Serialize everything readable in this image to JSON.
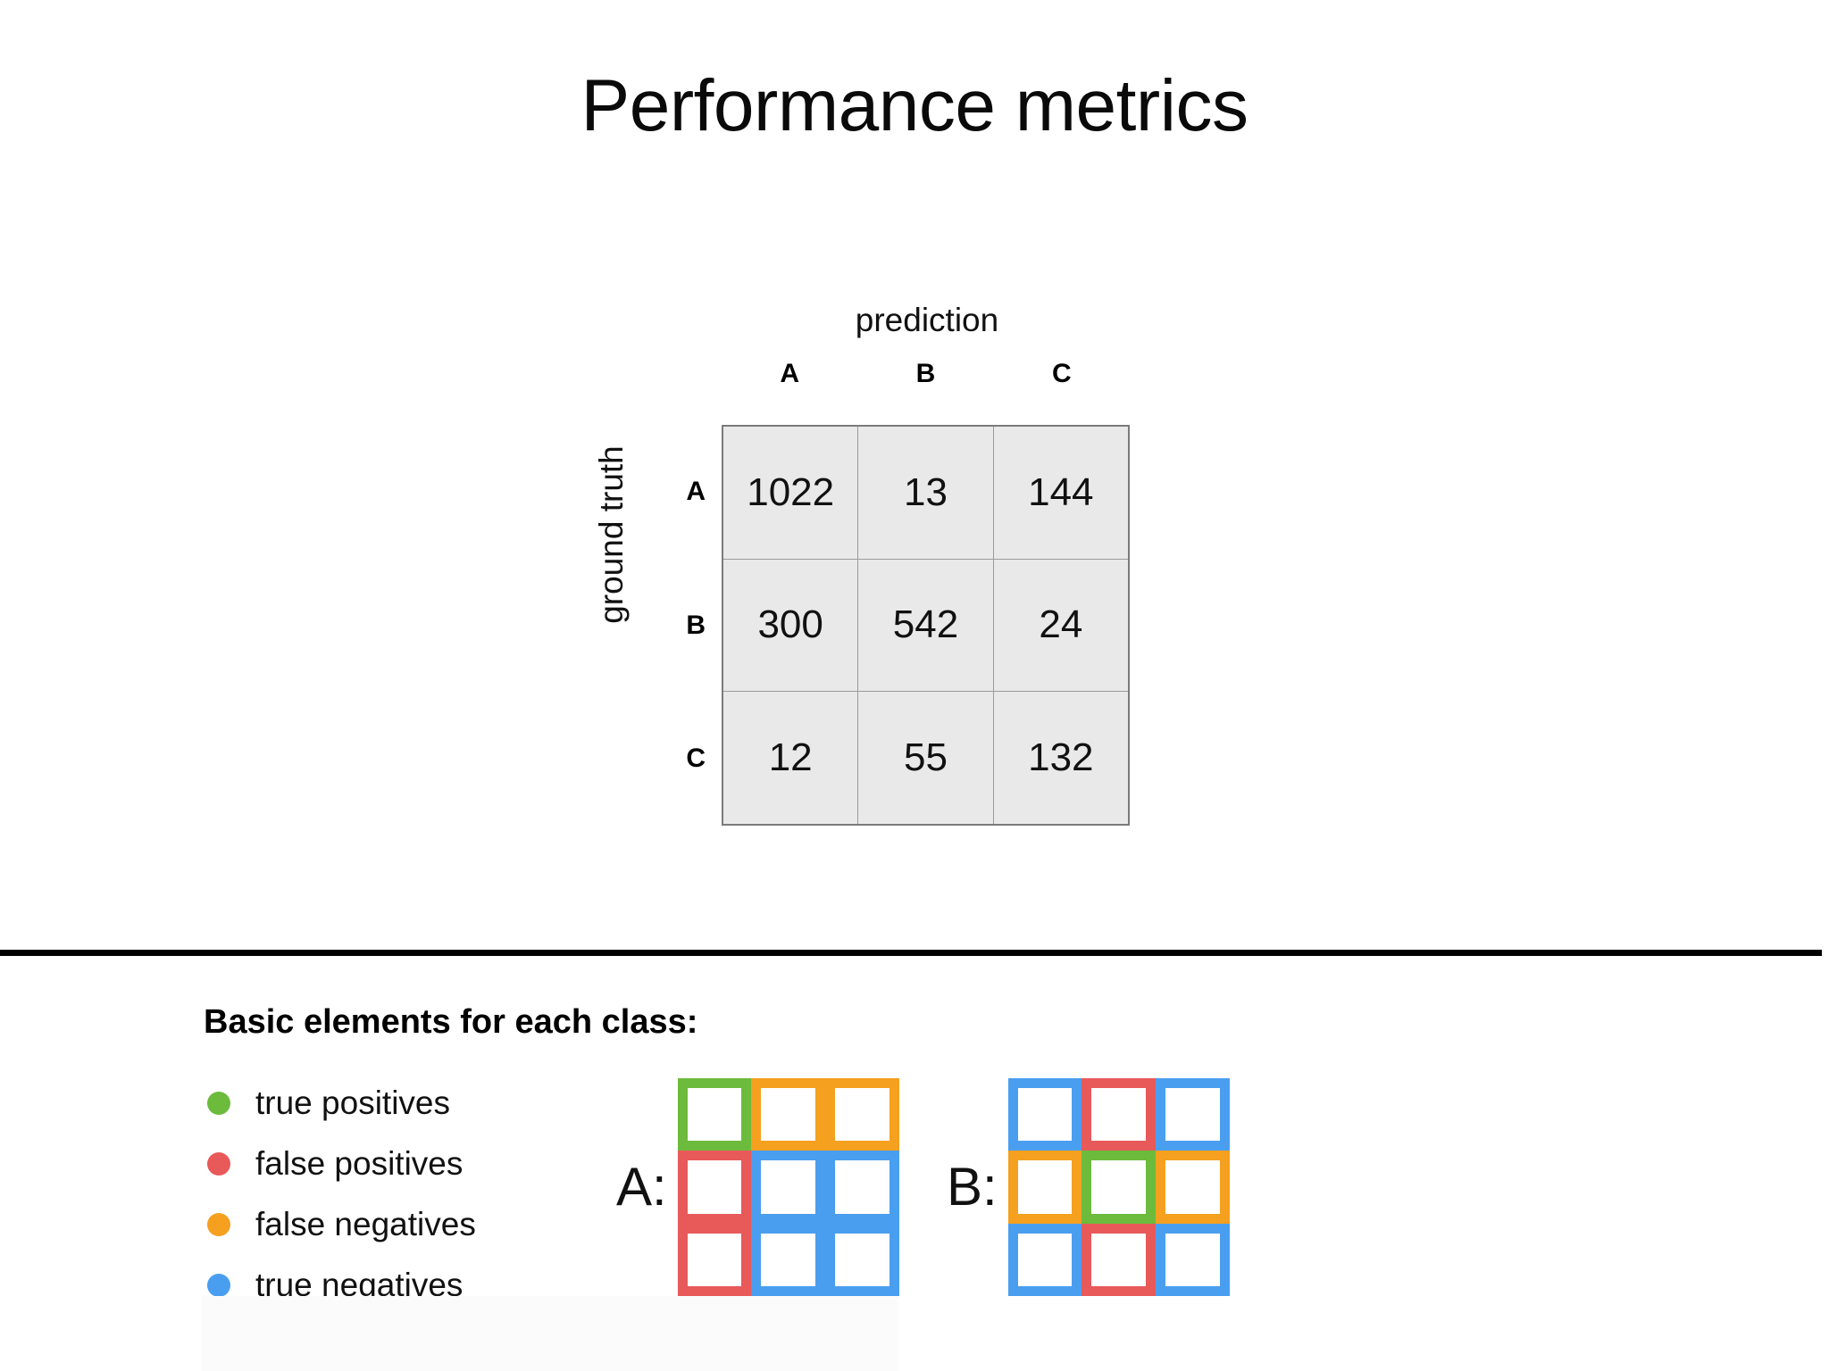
{
  "page": {
    "title": "Performance metrics",
    "background": "#ffffff"
  },
  "colors": {
    "true_positive": "#6cbb3c",
    "false_positive": "#e8595a",
    "false_negative": "#f5a01f",
    "true_negative": "#4a9ef0",
    "matrix_cell_fill": "#e9e9e9",
    "matrix_border": "#7b7b7b",
    "divider": "#000000"
  },
  "matrix": {
    "x_axis_label": "prediction",
    "y_axis_label": "ground truth",
    "column_headers": [
      "A",
      "B",
      "C"
    ],
    "row_headers": [
      "A",
      "B",
      "C"
    ],
    "cells": [
      [
        "1022",
        "13",
        "144"
      ],
      [
        "300",
        "542",
        "24"
      ],
      [
        "12",
        "55",
        "132"
      ]
    ]
  },
  "legend": {
    "heading": "Basic elements for each class:",
    "items": [
      {
        "label": "true positives",
        "color": "#6cbb3c",
        "key": "tp"
      },
      {
        "label": "false positives",
        "color": "#e8595a",
        "key": "fp"
      },
      {
        "label": "false negatives",
        "color": "#f5a01f",
        "key": "fn"
      },
      {
        "label": "true negatives",
        "color": "#4a9ef0",
        "key": "tn"
      }
    ]
  },
  "class_diagrams": [
    {
      "name": "class-diagram-a",
      "label": "A:",
      "cell_roles": [
        [
          "tp",
          "fn",
          "fn"
        ],
        [
          "fp",
          "tn",
          "tn"
        ],
        [
          "fp",
          "tn",
          "tn"
        ]
      ]
    },
    {
      "name": "class-diagram-b",
      "label": "B:",
      "cell_roles": [
        [
          "tn",
          "fp",
          "tn"
        ],
        [
          "fn",
          "tp",
          "fn"
        ],
        [
          "tn",
          "fp",
          "tn"
        ]
      ]
    }
  ],
  "chart_data": {
    "type": "table",
    "title": "Performance metrics",
    "subtype": "confusion-matrix",
    "xlabel": "prediction",
    "ylabel": "ground truth",
    "categories": [
      "A",
      "B",
      "C"
    ],
    "columns": [
      "A",
      "B",
      "C"
    ],
    "rows": [
      "A",
      "B",
      "C"
    ],
    "values": [
      [
        1022,
        13,
        144
      ],
      [
        300,
        542,
        24
      ],
      [
        12,
        55,
        132
      ]
    ],
    "series": [
      {
        "name": "ground truth A",
        "values": [
          1022,
          13,
          144
        ]
      },
      {
        "name": "ground truth B",
        "values": [
          300,
          542,
          24
        ]
      },
      {
        "name": "ground truth C",
        "values": [
          12,
          55,
          132
        ]
      }
    ],
    "grid": true,
    "legend": [
      "true positives",
      "false positives",
      "false negatives",
      "true negatives"
    ]
  }
}
